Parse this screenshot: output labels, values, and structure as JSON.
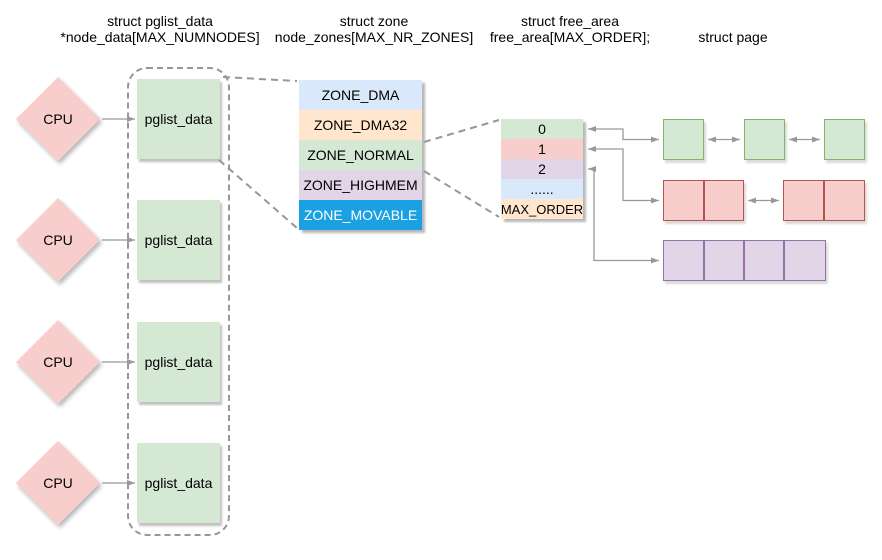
{
  "headers": {
    "pglist": {
      "line1": "struct pglist_data",
      "line2": "*node_data[MAX_NUMNODES]"
    },
    "zone": {
      "line1": "struct zone",
      "line2": "node_zones[MAX_NR_ZONES]"
    },
    "free_area": {
      "line1": "struct free_area",
      "line2": "free_area[MAX_ORDER];"
    },
    "page": {
      "line1": "struct page"
    }
  },
  "cpu": {
    "label": "CPU",
    "fill": "#f8cecc",
    "count": 4
  },
  "node": {
    "label": "pglist_data",
    "fill": "#d5e8d4",
    "count": 4
  },
  "zones": {
    "items": [
      {
        "label": "ZONE_DMA",
        "color": "#dae8fc",
        "text_color": "#000000"
      },
      {
        "label": "ZONE_DMA32",
        "color": "#ffe6cc",
        "text_color": "#000000"
      },
      {
        "label": "ZONE_NORMAL",
        "color": "#d5e8d4",
        "text_color": "#000000"
      },
      {
        "label": "ZONE_HIGHMEM",
        "color": "#e1d5e7",
        "text_color": "#000000"
      },
      {
        "label": "ZONE_MOVABLE",
        "color": "#1ba1e2",
        "text_color": "#ffffff"
      }
    ]
  },
  "free_area": {
    "rows": [
      {
        "label": "0",
        "color": "#d5e8d4"
      },
      {
        "label": "1",
        "color": "#f8cecc"
      },
      {
        "label": "2",
        "color": "#e1d5e7"
      },
      {
        "label": "......",
        "color": "#dae8fc"
      },
      {
        "label": "MAX_ORDER",
        "color": "#ffe6cc"
      }
    ]
  },
  "pages": {
    "order0": {
      "blocks": 3,
      "cells_per_block": 1,
      "fill": "#d5e8d4",
      "border": "#82b366"
    },
    "order1": {
      "blocks": 2,
      "cells_per_block": 2,
      "fill": "#f8cecc",
      "border": "#b85450"
    },
    "order2": {
      "blocks": 1,
      "cells_per_block": 4,
      "fill": "#e1d5e7",
      "border": "#9673a6"
    }
  },
  "colors": {
    "connector": "#999999",
    "dashed": "#979797"
  }
}
